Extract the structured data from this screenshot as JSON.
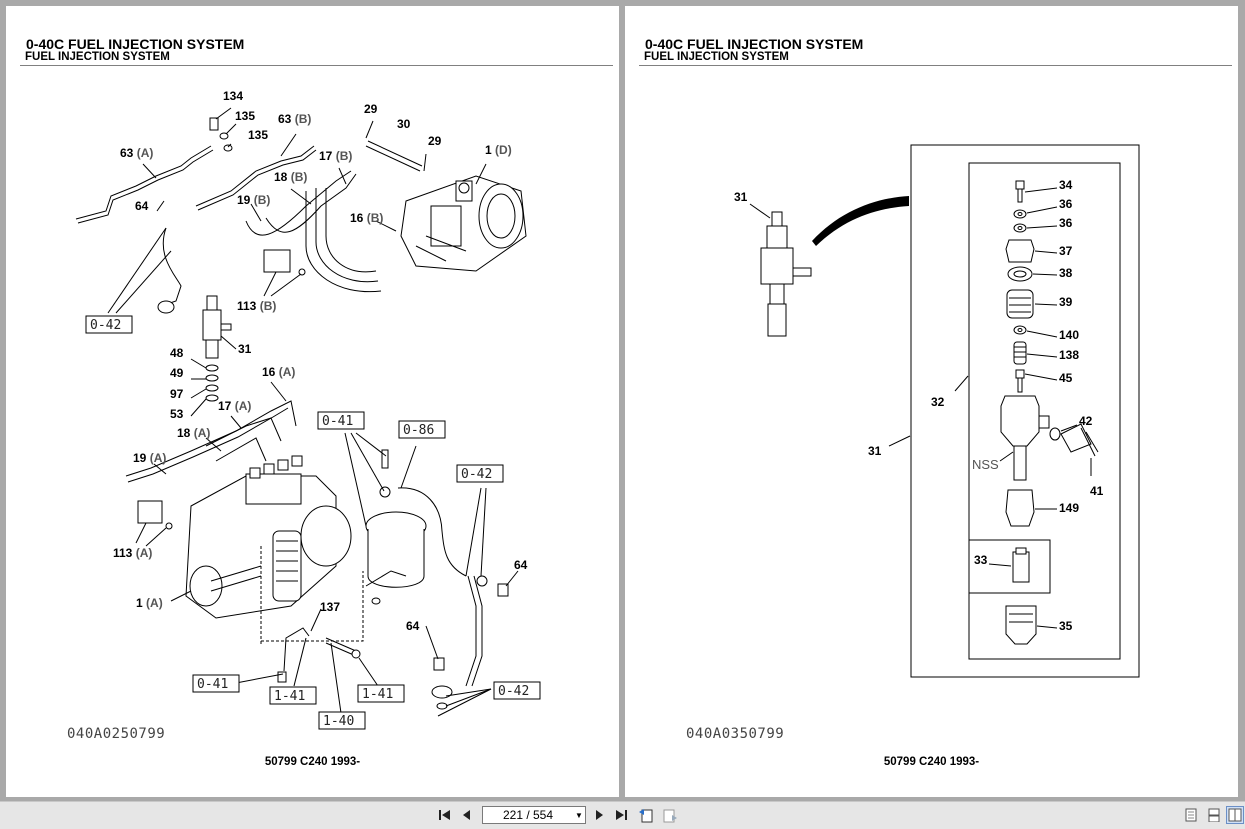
{
  "viewer": {
    "current_page": "221 / 554",
    "icons": {
      "first": "first-page-icon",
      "prev": "previous-page-icon",
      "next": "next-page-icon",
      "last": "last-page-icon",
      "back": "go-back-icon",
      "forward": "go-forward-icon",
      "single": "single-page-view-icon",
      "continuous": "continuous-view-icon",
      "facing": "facing-pages-view-icon"
    },
    "active_view": "facing"
  },
  "left_page": {
    "title": "0-40C  FUEL INJECTION SYSTEM",
    "subtitle": "FUEL INJECTION SYSTEM",
    "drawing_code": "040A0250799",
    "footer": "50799 C240 1993-",
    "callouts": [
      {
        "num": "134",
        "suf": ""
      },
      {
        "num": "135",
        "suf": ""
      },
      {
        "num": "135",
        "suf": ""
      },
      {
        "num": "63",
        "suf": "(B)"
      },
      {
        "num": "63",
        "suf": "(A)"
      },
      {
        "num": "29",
        "suf": ""
      },
      {
        "num": "30",
        "suf": ""
      },
      {
        "num": "29",
        "suf": ""
      },
      {
        "num": "1",
        "suf": "(D)"
      },
      {
        "num": "17",
        "suf": "(B)"
      },
      {
        "num": "18",
        "suf": "(B)"
      },
      {
        "num": "64",
        "suf": ""
      },
      {
        "num": "19",
        "suf": "(B)"
      },
      {
        "num": "16",
        "suf": "(B)"
      },
      {
        "num": "113",
        "suf": "(B)"
      },
      {
        "num": "31",
        "suf": ""
      },
      {
        "num": "48",
        "suf": ""
      },
      {
        "num": "49",
        "suf": ""
      },
      {
        "num": "97",
        "suf": ""
      },
      {
        "num": "53",
        "suf": ""
      },
      {
        "num": "16",
        "suf": "(A)"
      },
      {
        "num": "17",
        "suf": "(A)"
      },
      {
        "num": "18",
        "suf": "(A)"
      },
      {
        "num": "19",
        "suf": "(A)"
      },
      {
        "num": "113",
        "suf": "(A)"
      },
      {
        "num": "1",
        "suf": "(A)"
      },
      {
        "num": "137",
        "suf": ""
      },
      {
        "num": "64",
        "suf": ""
      },
      {
        "num": "64",
        "suf": ""
      }
    ],
    "refs": [
      "0-42",
      "0-41",
      "0-86",
      "0-42",
      "0-41",
      "1-41",
      "1-41",
      "1-40",
      "0-42"
    ]
  },
  "right_page": {
    "title": "0-40C  FUEL INJECTION SYSTEM",
    "subtitle": "FUEL INJECTION SYSTEM",
    "drawing_code": "040A0350799",
    "footer": "50799 C240 1993-",
    "callouts": [
      "31",
      "34",
      "36",
      "36",
      "37",
      "38",
      "39",
      "140",
      "138",
      "45",
      "32",
      "42",
      "31",
      "NSS",
      "41",
      "149",
      "33",
      "35"
    ]
  }
}
